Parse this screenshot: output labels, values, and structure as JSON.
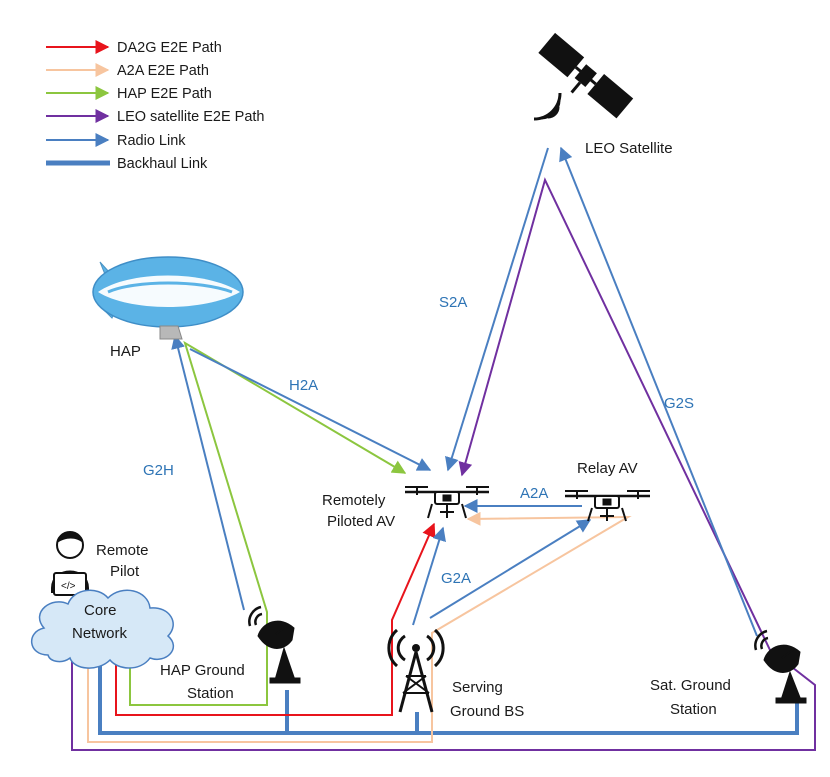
{
  "legend": {
    "items": [
      {
        "label": "DA2G E2E Path",
        "color": "#e8141c",
        "style": "arrow"
      },
      {
        "label": "A2A E2E Path",
        "color": "#f7c59f",
        "style": "arrow"
      },
      {
        "label": "HAP E2E Path",
        "color": "#8cc63f",
        "style": "arrow"
      },
      {
        "label": "LEO satellite E2E Path",
        "color": "#7030a0",
        "style": "arrow"
      },
      {
        "label": "Radio Link",
        "color": "#4a7fc1",
        "style": "arrow"
      },
      {
        "label": "Backhaul Link",
        "color": "#4a7fc1",
        "style": "thick"
      }
    ]
  },
  "nodes": {
    "leo_satellite": "LEO Satellite",
    "hap": "HAP",
    "remote_av_line1": "Remotely",
    "remote_av_line2": "Piloted AV",
    "relay_av": "Relay AV",
    "remote_pilot_line1": "Remote",
    "remote_pilot_line2": "Pilot",
    "core_network_line1": "Core",
    "core_network_line2": "Network",
    "hap_gs_line1": "HAP Ground",
    "hap_gs_line2": "Station",
    "serving_bs_line1": "Serving",
    "serving_bs_line2": "Ground BS",
    "sat_gs_line1": "Sat. Ground",
    "sat_gs_line2": "Station"
  },
  "links": {
    "s2a": "S2A",
    "h2a": "H2A",
    "g2s": "G2S",
    "g2h": "G2H",
    "a2a": "A2A",
    "g2a": "G2A"
  },
  "colors": {
    "radio": "#4a7fc1",
    "backhaul": "#4a7fc1",
    "da2g": "#e8141c",
    "a2a": "#f7c59f",
    "hap": "#8cc63f",
    "leo": "#7030a0",
    "hap_body": "#5bb3e6"
  }
}
